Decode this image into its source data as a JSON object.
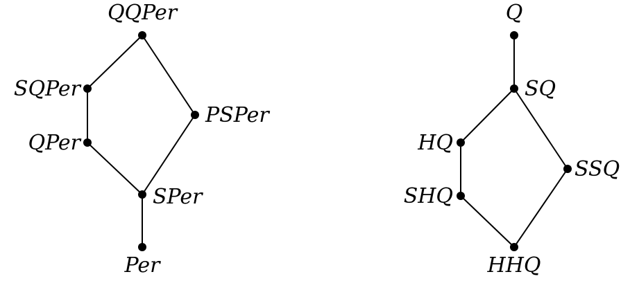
{
  "diagrams": [
    {
      "nodes": [
        {
          "id": "QQPer",
          "label": "QQPer"
        },
        {
          "id": "SQPer",
          "label": "SQPer"
        },
        {
          "id": "QPer",
          "label": "QPer"
        },
        {
          "id": "PSPer",
          "label": "PSPer"
        },
        {
          "id": "SPer",
          "label": "SPer"
        },
        {
          "id": "Per",
          "label": "Per"
        }
      ],
      "edges": [
        [
          "QQPer",
          "SQPer"
        ],
        [
          "QQPer",
          "PSPer"
        ],
        [
          "SQPer",
          "QPer"
        ],
        [
          "QPer",
          "SPer"
        ],
        [
          "PSPer",
          "SPer"
        ],
        [
          "SPer",
          "Per"
        ]
      ]
    },
    {
      "nodes": [
        {
          "id": "Q",
          "label": "Q"
        },
        {
          "id": "SQ",
          "label": "SQ"
        },
        {
          "id": "HQ",
          "label": "HQ"
        },
        {
          "id": "SSQ",
          "label": "SSQ"
        },
        {
          "id": "SHQ",
          "label": "SHQ"
        },
        {
          "id": "HHQ",
          "label": "HHQ"
        }
      ],
      "edges": [
        [
          "Q",
          "SQ"
        ],
        [
          "SQ",
          "HQ"
        ],
        [
          "SQ",
          "SSQ"
        ],
        [
          "HQ",
          "SHQ"
        ],
        [
          "SHQ",
          "HHQ"
        ],
        [
          "SSQ",
          "HHQ"
        ]
      ]
    }
  ]
}
